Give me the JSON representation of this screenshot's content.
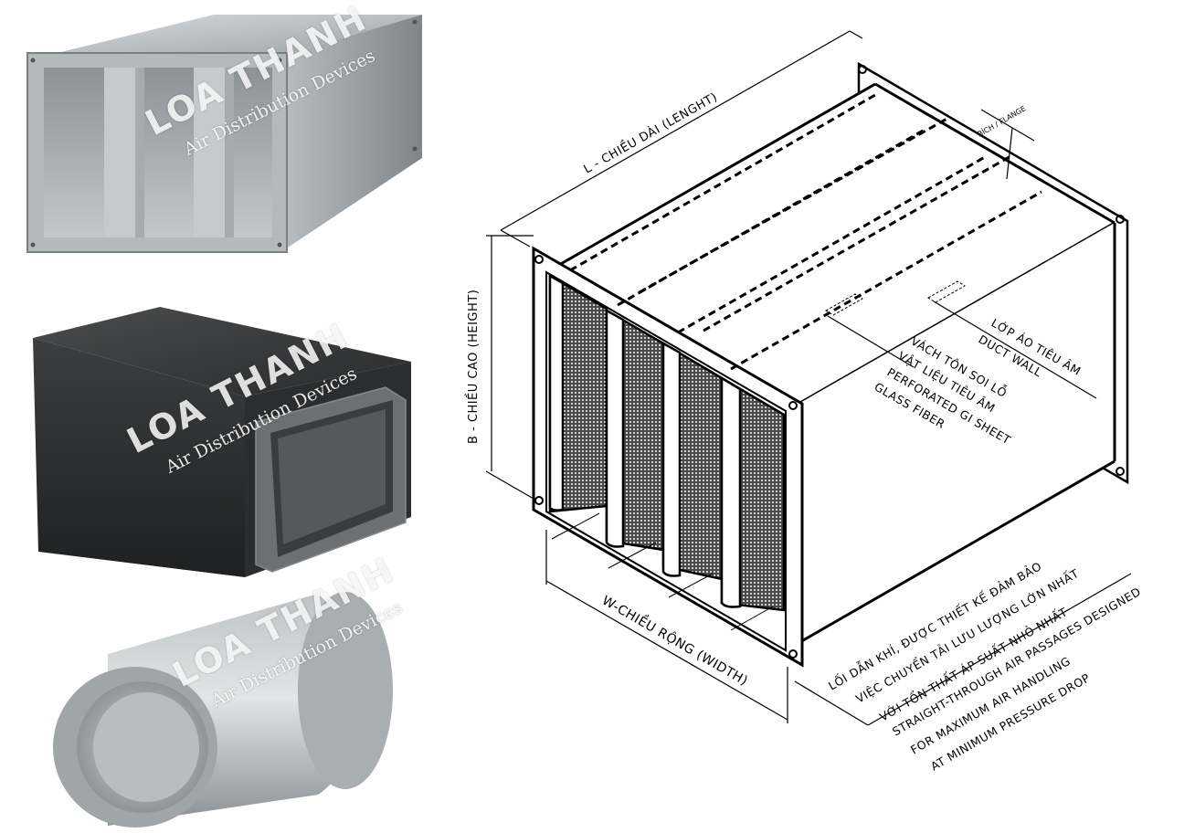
{
  "watermark": {
    "brand": "LOA THANH",
    "tagline": "Air Distribution Devices"
  },
  "drawing": {
    "length_label": "L - CHIỀU DÀI (LENGHT)",
    "height_label": "B - CHIỀU CAO (HEIGHT)",
    "width_label": "W-CHIỀU RỘNG (WIDTH)",
    "flange_label": "BÍCH / FLANGE",
    "duct_wall_vn": "LỚP ÁO TIÊU ÂM",
    "duct_wall_en": "DUCT WALL",
    "perforated_vn": "VÁCH TÔN SOI LỖ",
    "absorb_vn": "VẬT LIỆU TIÊU ÂM",
    "perforated_en": "PERFORATED GI SHEET",
    "glass_fiber_en": "GLASS FIBER",
    "passage_vn_1": "LỐI DẪN KHÍ, ĐƯỢC THIẾT KẾ ĐẢM BẢO",
    "passage_vn_2": "VIỆC CHUYỂN TẢI LƯU LƯỢNG LỚN NHẤT",
    "passage_vn_3": "VỚI TỔN THẤT ÁP SUẤT NHỎ NHẤT",
    "passage_en_1": "STRAIGHT-THROUGH AIR PASSAGES DESIGNED",
    "passage_en_2": "FOR MAXIMUM AIR HANDLING",
    "passage_en_3": "AT MINIMUM PRESSURE DROP"
  },
  "colors": {
    "steel_light": "#c9ccce",
    "steel_mid": "#9ea3a6",
    "steel_dark": "#5f6467",
    "black_duct": "#2f3030"
  }
}
